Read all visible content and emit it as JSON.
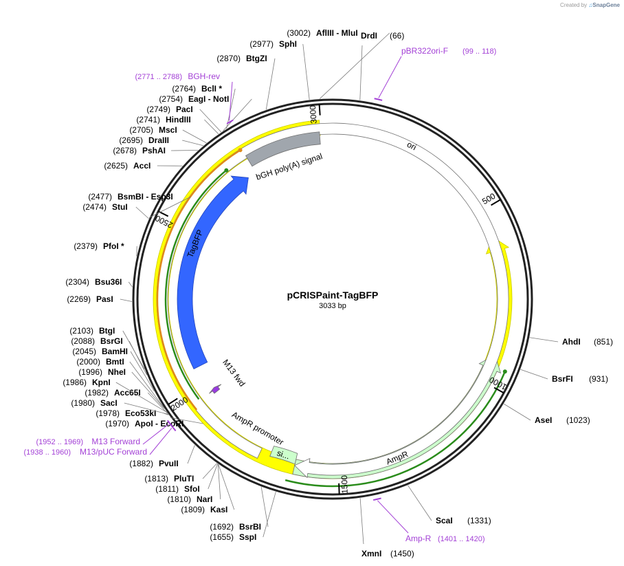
{
  "credit": {
    "prefix": "Created by",
    "brand": "SnapGene"
  },
  "plasmid": {
    "name": "pCRISPaint-TagBFP",
    "length_label": "3033 bp",
    "length": 3033
  },
  "ticks": [
    {
      "pos": 500,
      "label": "500"
    },
    {
      "pos": 1000,
      "label": "1000"
    },
    {
      "pos": 1500,
      "label": "1500"
    },
    {
      "pos": 2000,
      "label": "2000"
    },
    {
      "pos": 2500,
      "label": "2500"
    },
    {
      "pos": 3000,
      "label": "3000"
    }
  ],
  "sites": [
    {
      "pos": 66,
      "pos_label": "(66)",
      "name": "DrdI"
    },
    {
      "pos": 851,
      "pos_label": "(851)",
      "name": "AhdI"
    },
    {
      "pos": 931,
      "pos_label": "(931)",
      "name": "BsrFI"
    },
    {
      "pos": 1023,
      "pos_label": "(1023)",
      "name": "AseI"
    },
    {
      "pos": 1331,
      "pos_label": "(1331)",
      "name": "ScaI"
    },
    {
      "pos": 1450,
      "pos_label": "(1450)",
      "name": "XmnI"
    },
    {
      "pos": 1655,
      "pos_label": "(1655)",
      "name": "SspI"
    },
    {
      "pos": 1692,
      "pos_label": "(1692)",
      "name": "BsrBI"
    },
    {
      "pos": 1809,
      "pos_label": "(1809)",
      "name": "KasI"
    },
    {
      "pos": 1810,
      "pos_label": "(1810)",
      "name": "NarI"
    },
    {
      "pos": 1811,
      "pos_label": "(1811)",
      "name": "SfoI"
    },
    {
      "pos": 1813,
      "pos_label": "(1813)",
      "name": "PluTI"
    },
    {
      "pos": 1882,
      "pos_label": "(1882)",
      "name": "PvuII"
    },
    {
      "pos": 1970,
      "pos_label": "(1970)",
      "name": "ApoI  - EcoRI"
    },
    {
      "pos": 1978,
      "pos_label": "(1978)",
      "name": "Eco53kI"
    },
    {
      "pos": 1980,
      "pos_label": "(1980)",
      "name": "SacI"
    },
    {
      "pos": 1982,
      "pos_label": "(1982)",
      "name": "Acc65I"
    },
    {
      "pos": 1986,
      "pos_label": "(1986)",
      "name": "KpnI"
    },
    {
      "pos": 1996,
      "pos_label": "(1996)",
      "name": "NheI"
    },
    {
      "pos": 2000,
      "pos_label": "(2000)",
      "name": "BmtI"
    },
    {
      "pos": 2045,
      "pos_label": "(2045)",
      "name": "BamHI"
    },
    {
      "pos": 2088,
      "pos_label": "(2088)",
      "name": "BsrGI"
    },
    {
      "pos": 2103,
      "pos_label": "(2103)",
      "name": "BtgI"
    },
    {
      "pos": 2269,
      "pos_label": "(2269)",
      "name": "PasI"
    },
    {
      "pos": 2304,
      "pos_label": "(2304)",
      "name": "Bsu36I"
    },
    {
      "pos": 2379,
      "pos_label": "(2379)",
      "name": "PfoI *"
    },
    {
      "pos": 2474,
      "pos_label": "(2474)",
      "name": "StuI"
    },
    {
      "pos": 2477,
      "pos_label": "(2477)",
      "name": "BsmBI  - Esp3I"
    },
    {
      "pos": 2625,
      "pos_label": "(2625)",
      "name": "AccI"
    },
    {
      "pos": 2678,
      "pos_label": "(2678)",
      "name": "PshAI"
    },
    {
      "pos": 2695,
      "pos_label": "(2695)",
      "name": "DraIII"
    },
    {
      "pos": 2705,
      "pos_label": "(2705)",
      "name": "MscI"
    },
    {
      "pos": 2741,
      "pos_label": "(2741)",
      "name": "HindIII"
    },
    {
      "pos": 2749,
      "pos_label": "(2749)",
      "name": "PacI"
    },
    {
      "pos": 2754,
      "pos_label": "(2754)",
      "name": "EagI  - NotI"
    },
    {
      "pos": 2764,
      "pos_label": "(2764)",
      "name": "BclI *"
    },
    {
      "pos": 2870,
      "pos_label": "(2870)",
      "name": "BtgZI"
    },
    {
      "pos": 2977,
      "pos_label": "(2977)",
      "name": "SphI"
    },
    {
      "pos": 3002,
      "pos_label": "(3002)",
      "name": "AflIII  - MluI"
    }
  ],
  "primers": [
    {
      "name": "pBR322ori-F",
      "range": "(99 .. 118)",
      "start": 99,
      "end": 118
    },
    {
      "name": "Amp-R",
      "range": "(1401 .. 1420)",
      "start": 1401,
      "end": 1420
    },
    {
      "name": "M13 Forward",
      "range": "(1952 .. 1969)",
      "start": 1952,
      "end": 1969
    },
    {
      "name": "M13/pUC Forward",
      "range": "(1938 .. 1960)",
      "start": 1938,
      "end": 1960
    },
    {
      "name": "BGH-rev",
      "range": "(2771 .. 2788)",
      "start": 2771,
      "end": 2788
    }
  ],
  "features": [
    {
      "name": "ori",
      "start": 2997,
      "end": 580,
      "direction": "reverse",
      "color": "#ffff00"
    },
    {
      "name": "AmpR",
      "start": 1625,
      "end": 918,
      "direction": "reverse",
      "color": "#ccffcc"
    },
    {
      "name": "AmpR promoter",
      "start": 1730,
      "end": 1625,
      "direction": "forward",
      "color": "#ffffff"
    },
    {
      "name": "si...",
      "start": 1700,
      "end": 1625,
      "direction": "none",
      "color": "#ccffcc"
    },
    {
      "name": "TagBFP",
      "start": 2050,
      "end": 2740,
      "direction": "forward",
      "color": "#3366ff"
    },
    {
      "name": "bGH poly(A) signal",
      "start": 2770,
      "end": 2995,
      "direction": "none",
      "color": "#a0a6ad"
    },
    {
      "name": "M13 fwd",
      "start": 1950,
      "end": 1966,
      "direction": "forward",
      "color": "#993be0"
    }
  ],
  "colors": {
    "orf_green": "#2a8c1b",
    "orf_orange": "#e08a1a",
    "primer": "#a340d6"
  }
}
